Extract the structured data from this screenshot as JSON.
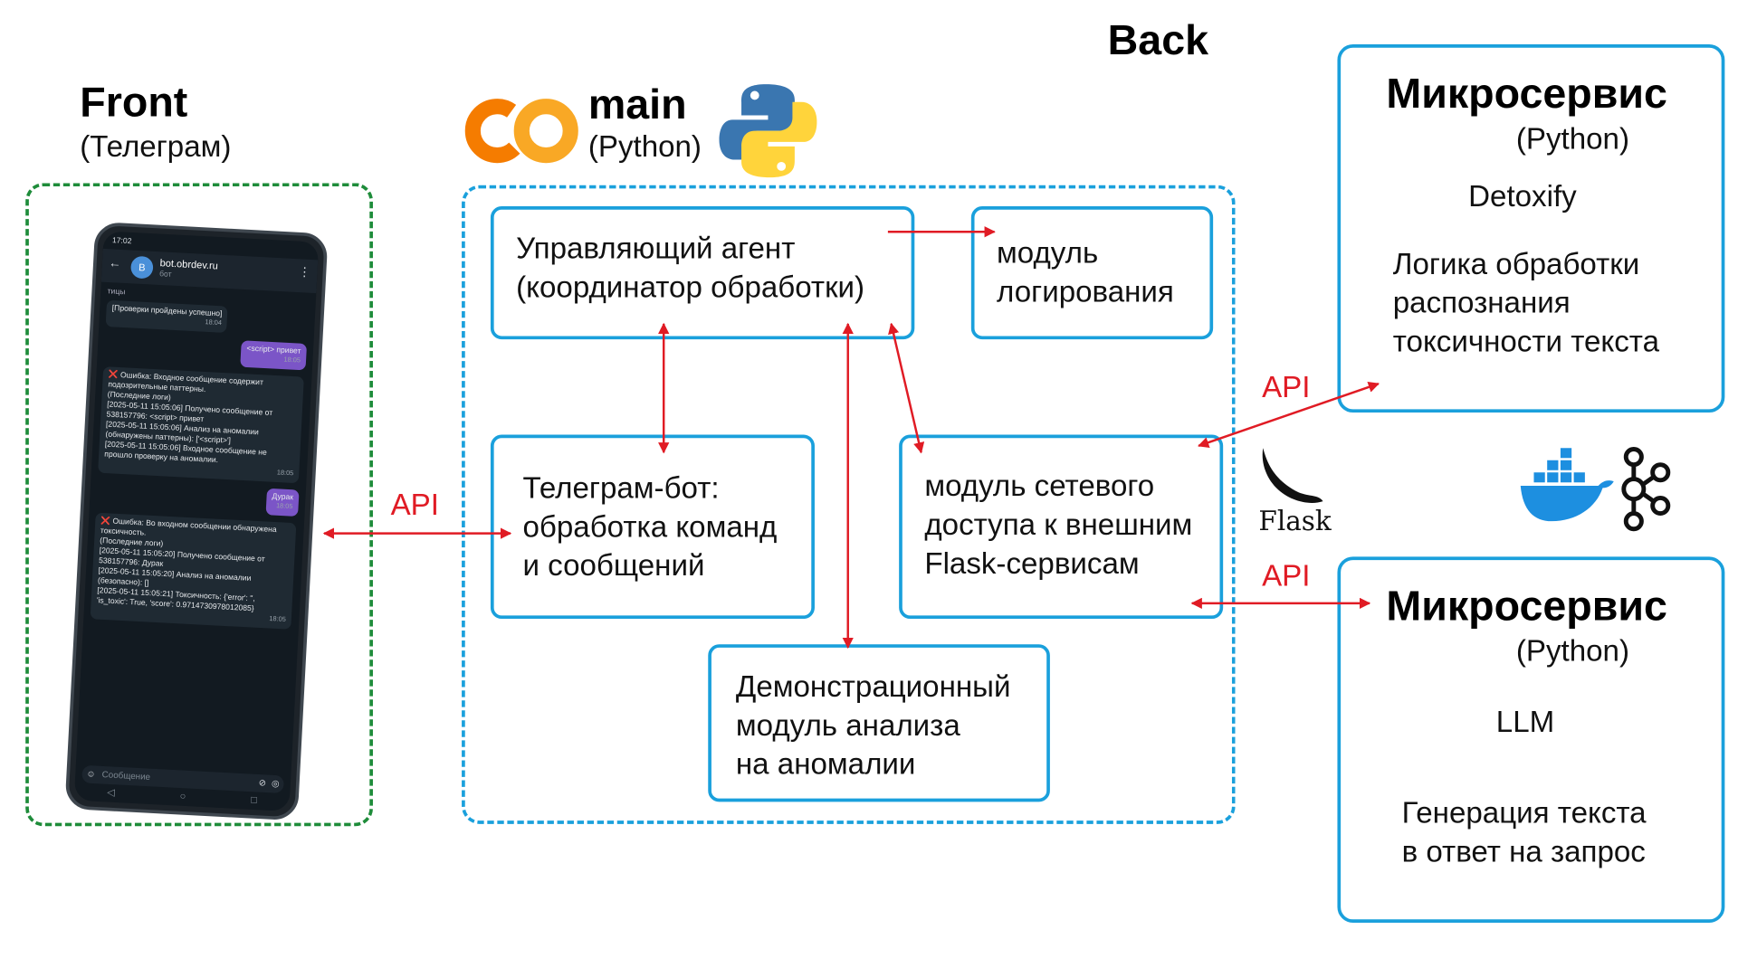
{
  "front": {
    "title": "Front",
    "subtitle": "(Телеграм)"
  },
  "back": {
    "title": "Back"
  },
  "main": {
    "title": "main",
    "subtitle": "(Python)"
  },
  "phone": {
    "time": "17:02",
    "avatar_letter": "B",
    "chat_name": "bot.obrdev.ru",
    "chat_sub": "бот",
    "cut_text": "тицы",
    "messages": [
      {
        "side": "in",
        "text": "[Проверки пройдены успешно]",
        "time": "18:04"
      },
      {
        "side": "out",
        "text": "<script> привет",
        "time": "18:05"
      },
      {
        "side": "in",
        "text": "❌ Ошибка: Входное сообщение содержит подозрительные паттерны.\n(Последние логи)\n[2025-05-11 15:05:06] Получено сообщение от 538157796: <script> привет\n[2025-05-11 15:05:06] Анализ на аномалии (обнаружены паттерны): ['<script>']\n[2025-05-11 15:05:06] Входное сообщение не прошло проверку на аномалии.",
        "time": "18:05"
      },
      {
        "side": "out",
        "text": "Дурак",
        "time": "18:05"
      },
      {
        "side": "in",
        "text": "❌ Ошибка: Во входном сообщении обнаружена токсичность.\n(Последние логи)\n[2025-05-11 15:05:20] Получено сообщение от 538157796: Дурак\n[2025-05-11 15:05:20] Анализ на аномалии (безопасно): []\n[2025-05-11 15:05:21] Токсичность: {'error': '', 'is_toxic': True, 'score': 0.9714730978012085}",
        "time": "18:05"
      }
    ],
    "input_placeholder": "Сообщение"
  },
  "boxes": {
    "agent": "Управляющий агент\n(координатор обработки)",
    "logging": "модуль\nлогирования",
    "telegram_bot": "Телеграм-бот:\nобработка команд\nи сообщений",
    "network": "модуль сетевого\nдоступа к внешним\nFlask-сервисам",
    "anomaly": "Демонстрационный\nмодуль анализа\nна аномалии"
  },
  "api_labels": [
    "API",
    "API",
    "API"
  ],
  "flask_label": "Flask",
  "microservices": [
    {
      "title": "Микросервис",
      "subtitle": "(Python)",
      "name": "Detoxify",
      "description": "Логика обработки\nраспознания\nтоксичности текста"
    },
    {
      "title": "Микросервис",
      "subtitle": "(Python)",
      "name": "LLM",
      "description": "Генерация текста\nв ответ на запрос"
    }
  ],
  "colors": {
    "arrow": "#e01b24",
    "box_border": "#1aa0dc",
    "front_dash": "#1e8c3a",
    "docker": "#1d8fe0",
    "python_blue": "#3a76b0",
    "python_yellow": "#ffd43b",
    "colab_orange": "#f9a825"
  }
}
